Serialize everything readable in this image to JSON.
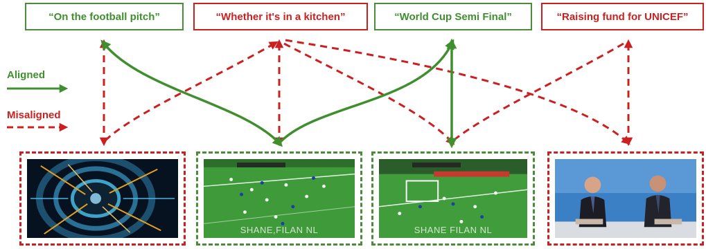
{
  "captions": [
    {
      "text": "“On the football pitch”",
      "status": "aligned"
    },
    {
      "text": "“Whether it's in a kitchen”",
      "status": "misaligned"
    },
    {
      "text": "“World Cup Semi Final”",
      "status": "aligned"
    },
    {
      "text": "“Raising fund for UNICEF”",
      "status": "misaligned"
    }
  ],
  "legend": {
    "aligned_label": "Aligned",
    "misaligned_label": "Misaligned",
    "aligned_color": "#3f8f2f",
    "misaligned_color": "#cc1f1f"
  },
  "videos": [
    {
      "scene": "abstract-tunnel",
      "status": "misaligned"
    },
    {
      "scene": "football-match",
      "status": "aligned",
      "overlay": "SHANE,FILAN NL"
    },
    {
      "scene": "football-goalmouth",
      "status": "aligned",
      "overlay": "SHANE FILAN NL"
    },
    {
      "scene": "news-presenters",
      "status": "misaligned"
    }
  ]
}
